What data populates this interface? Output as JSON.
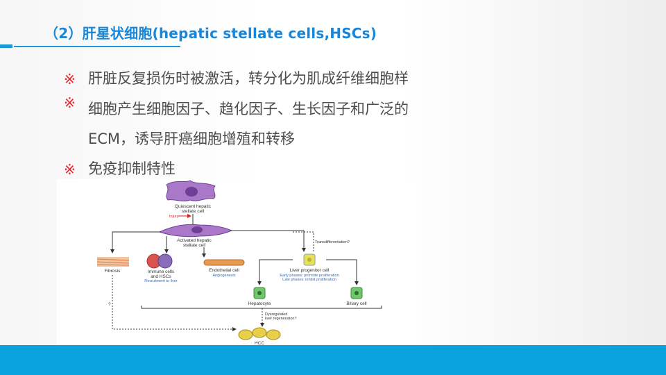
{
  "slide": {
    "title": "（2）肝星状细胞(hepatic stellate cells,HSCs)",
    "bullets": [
      {
        "mark": "※",
        "text": "肝脏反复损伤时被激活，转分化为肌成纤维细胞样"
      },
      {
        "mark": "※",
        "text": "细胞产生细胞因子、趋化因子、生长因子和广泛的"
      },
      {
        "mark": "",
        "text": "ECM，诱导肝癌细胞增殖和转移"
      },
      {
        "mark": "※",
        "text": "免疫抑制特性"
      }
    ]
  },
  "figure": {
    "quiescent": "Quiescent hepatic",
    "quiescent2": "stellate cell",
    "injury": "Injury",
    "activated": "Activated hepatic",
    "activated2": "stellate cell",
    "transdiff": "Transdifferentiation?",
    "fibrosis": "Fibrosis",
    "immune": "Immune cells",
    "immune2": "and HSCs",
    "recruitment": "Recruitment to liver",
    "endothelial": "Endothelial cell",
    "angiogenesis": "Angiogenesis",
    "progenitor": "Liver progenitor cell",
    "early": "Early phases: promote proliferation",
    "late": "Late phases: inhibit proliferation",
    "hepatocyte": "Hepatocyte",
    "biliary": "Biliary cell",
    "question": "?",
    "dysregulated": "Dysregulated",
    "regeneration": "liver regeneration?",
    "hcc": "HCC"
  },
  "colors": {
    "title": "#1a86d8",
    "accent_bar": "#0aa2dc",
    "bullet_mark": "#e2262b",
    "body_text": "#4d4d4d",
    "hsc_purple": "#a978c8"
  }
}
